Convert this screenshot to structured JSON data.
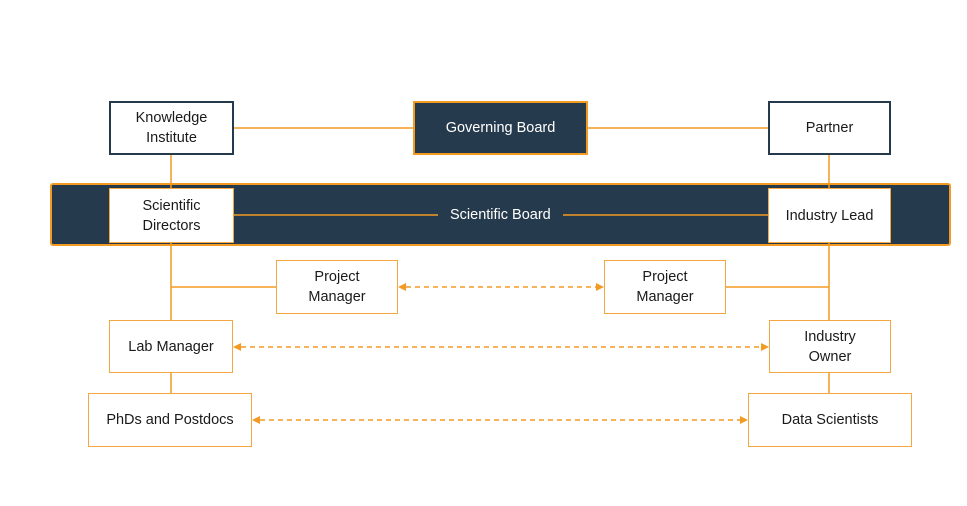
{
  "nodes": {
    "knowledge_institute": "Knowledge\nInstitute",
    "governing_board": "Governing Board",
    "partner": "Partner",
    "scientific_board": "Scientific Board",
    "scientific_directors": "Scientific\nDirectors",
    "industry_lead": "Industry Lead",
    "project_manager_left": "Project\nManager",
    "project_manager_right": "Project\nManager",
    "lab_manager": "Lab Manager",
    "industry_owner": "Industry\nOwner",
    "phds_postdocs": "PhDs and Postdocs",
    "data_scientists": "Data Scientists"
  },
  "colors": {
    "dark": "#263a4d",
    "accent": "#f39a22"
  }
}
